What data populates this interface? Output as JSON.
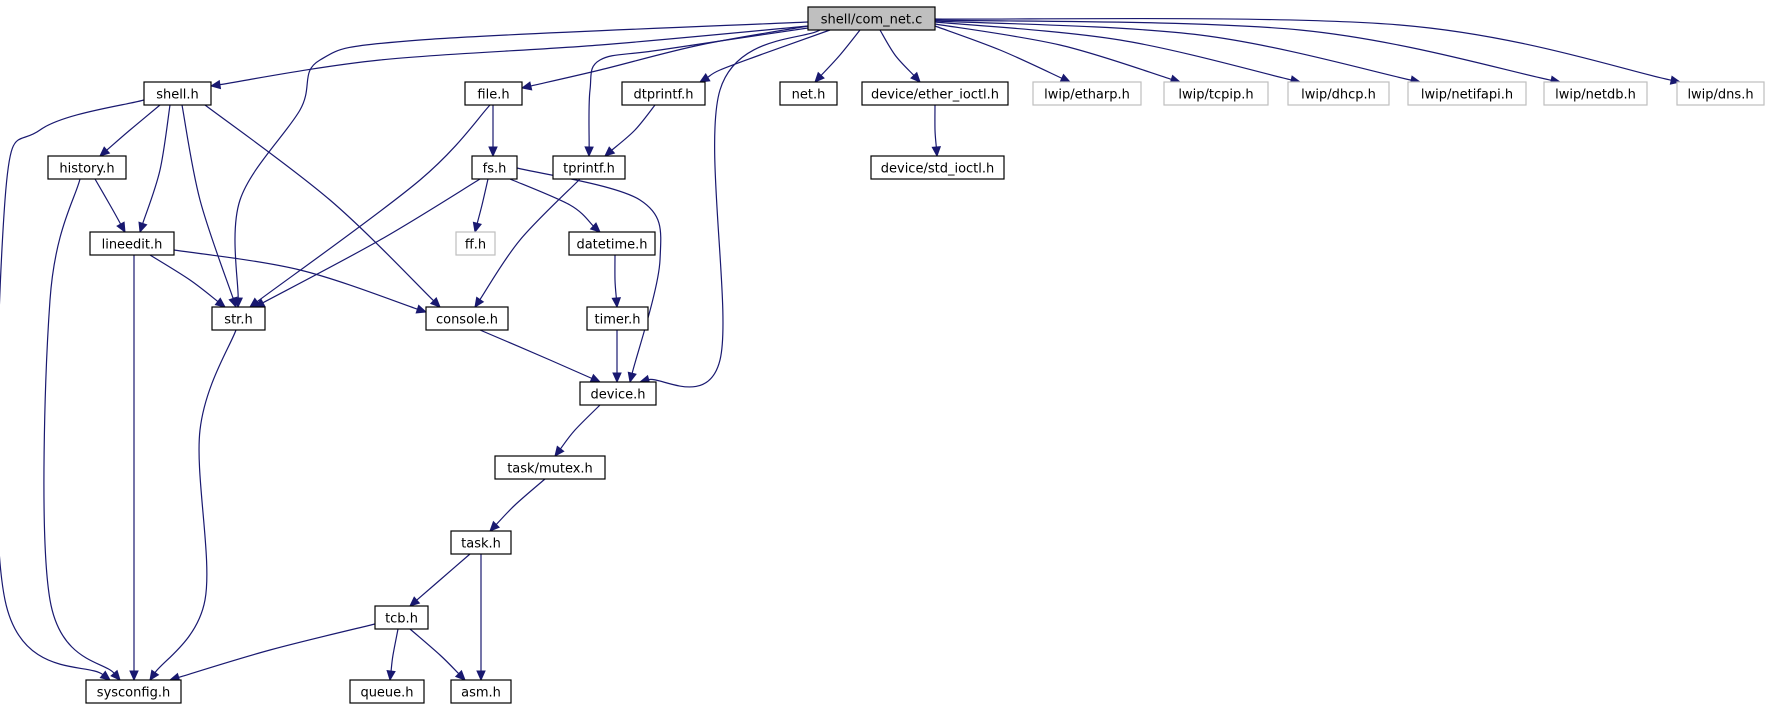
{
  "diagram": {
    "edge_color": "#191970",
    "root_fill": "#bfbfbf",
    "external_border_color": "#bfbfbf",
    "root": "shell/com_net.c",
    "nodes": [
      {
        "id": "com_net_c",
        "label": "shell/com_net.c",
        "kind": "root"
      },
      {
        "id": "shell_h",
        "label": "shell.h",
        "kind": "local"
      },
      {
        "id": "str_h",
        "label": "str.h",
        "kind": "local"
      },
      {
        "id": "file_h",
        "label": "file.h",
        "kind": "local"
      },
      {
        "id": "dtprintf_h",
        "label": "dtprintf.h",
        "kind": "local"
      },
      {
        "id": "tprintf_h",
        "label": "tprintf.h",
        "kind": "local"
      },
      {
        "id": "net_h",
        "label": "net.h",
        "kind": "local"
      },
      {
        "id": "device_h",
        "label": "device.h",
        "kind": "local"
      },
      {
        "id": "ether_ioctl_h",
        "label": "device/ether_ioctl.h",
        "kind": "local"
      },
      {
        "id": "lwip_etharp_h",
        "label": "lwip/etharp.h",
        "kind": "external"
      },
      {
        "id": "lwip_tcpip_h",
        "label": "lwip/tcpip.h",
        "kind": "external"
      },
      {
        "id": "lwip_dhcp_h",
        "label": "lwip/dhcp.h",
        "kind": "external"
      },
      {
        "id": "lwip_netifapi_h",
        "label": "lwip/netifapi.h",
        "kind": "external"
      },
      {
        "id": "lwip_netdb_h",
        "label": "lwip/netdb.h",
        "kind": "external"
      },
      {
        "id": "lwip_dns_h",
        "label": "lwip/dns.h",
        "kind": "external"
      },
      {
        "id": "history_h",
        "label": "history.h",
        "kind": "local"
      },
      {
        "id": "lineedit_h",
        "label": "lineedit.h",
        "kind": "local"
      },
      {
        "id": "console_h",
        "label": "console.h",
        "kind": "local"
      },
      {
        "id": "sysconfig_h",
        "label": "sysconfig.h",
        "kind": "local"
      },
      {
        "id": "fs_h",
        "label": "fs.h",
        "kind": "local"
      },
      {
        "id": "ff_h",
        "label": "ff.h",
        "kind": "external"
      },
      {
        "id": "datetime_h",
        "label": "datetime.h",
        "kind": "local"
      },
      {
        "id": "timer_h",
        "label": "timer.h",
        "kind": "local"
      },
      {
        "id": "std_ioctl_h",
        "label": "device/std_ioctl.h",
        "kind": "local"
      },
      {
        "id": "task_mutex_h",
        "label": "task/mutex.h",
        "kind": "local"
      },
      {
        "id": "task_h",
        "label": "task.h",
        "kind": "local"
      },
      {
        "id": "tcb_h",
        "label": "tcb.h",
        "kind": "local"
      },
      {
        "id": "queue_h",
        "label": "queue.h",
        "kind": "local"
      },
      {
        "id": "asm_h",
        "label": "asm.h",
        "kind": "local"
      }
    ],
    "edges": [
      {
        "from": "com_net_c",
        "to": "shell_h"
      },
      {
        "from": "com_net_c",
        "to": "str_h"
      },
      {
        "from": "com_net_c",
        "to": "file_h"
      },
      {
        "from": "com_net_c",
        "to": "dtprintf_h"
      },
      {
        "from": "com_net_c",
        "to": "tprintf_h"
      },
      {
        "from": "com_net_c",
        "to": "net_h"
      },
      {
        "from": "com_net_c",
        "to": "device_h"
      },
      {
        "from": "com_net_c",
        "to": "ether_ioctl_h"
      },
      {
        "from": "com_net_c",
        "to": "lwip_etharp_h"
      },
      {
        "from": "com_net_c",
        "to": "lwip_tcpip_h"
      },
      {
        "from": "com_net_c",
        "to": "lwip_dhcp_h"
      },
      {
        "from": "com_net_c",
        "to": "lwip_netifapi_h"
      },
      {
        "from": "com_net_c",
        "to": "lwip_netdb_h"
      },
      {
        "from": "com_net_c",
        "to": "lwip_dns_h"
      },
      {
        "from": "shell_h",
        "to": "history_h"
      },
      {
        "from": "shell_h",
        "to": "lineedit_h"
      },
      {
        "from": "shell_h",
        "to": "str_h"
      },
      {
        "from": "shell_h",
        "to": "console_h"
      },
      {
        "from": "shell_h",
        "to": "sysconfig_h"
      },
      {
        "from": "history_h",
        "to": "lineedit_h"
      },
      {
        "from": "history_h",
        "to": "sysconfig_h"
      },
      {
        "from": "lineedit_h",
        "to": "str_h"
      },
      {
        "from": "lineedit_h",
        "to": "console_h"
      },
      {
        "from": "lineedit_h",
        "to": "sysconfig_h"
      },
      {
        "from": "str_h",
        "to": "sysconfig_h"
      },
      {
        "from": "file_h",
        "to": "fs_h"
      },
      {
        "from": "file_h",
        "to": "str_h"
      },
      {
        "from": "fs_h",
        "to": "ff_h"
      },
      {
        "from": "fs_h",
        "to": "datetime_h"
      },
      {
        "from": "fs_h",
        "to": "str_h"
      },
      {
        "from": "fs_h",
        "to": "device_h"
      },
      {
        "from": "dtprintf_h",
        "to": "tprintf_h"
      },
      {
        "from": "tprintf_h",
        "to": "console_h"
      },
      {
        "from": "console_h",
        "to": "device_h"
      },
      {
        "from": "datetime_h",
        "to": "timer_h"
      },
      {
        "from": "timer_h",
        "to": "device_h"
      },
      {
        "from": "ether_ioctl_h",
        "to": "std_ioctl_h"
      },
      {
        "from": "device_h",
        "to": "task_mutex_h"
      },
      {
        "from": "task_mutex_h",
        "to": "task_h"
      },
      {
        "from": "task_h",
        "to": "tcb_h"
      },
      {
        "from": "task_h",
        "to": "asm_h"
      },
      {
        "from": "tcb_h",
        "to": "sysconfig_h"
      },
      {
        "from": "tcb_h",
        "to": "queue_h"
      },
      {
        "from": "tcb_h",
        "to": "asm_h"
      }
    ]
  }
}
